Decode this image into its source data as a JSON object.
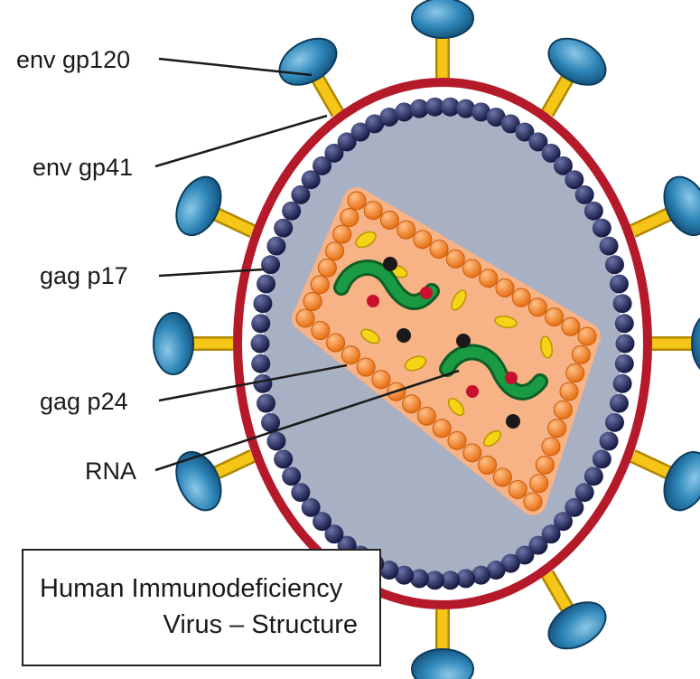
{
  "labels": {
    "env_gp120": "env gp120",
    "env_gp41": "env gp41",
    "gag_p17": "gag p17",
    "gag_p24": "gag p24",
    "rna": "RNA"
  },
  "caption": {
    "line1": "Human Immunodeficiency",
    "line2": "Virus – Structure"
  },
  "colors": {
    "envelope": "#b51a2a",
    "interior": "#a8b0c4",
    "matrix_bead": "#1c2150",
    "capsid_bead": "#f0801e",
    "capsid_fill": "#f7b286",
    "gp120": "#2e86b8",
    "gp41": "#f5c518",
    "rna": "#1a8a3c"
  }
}
